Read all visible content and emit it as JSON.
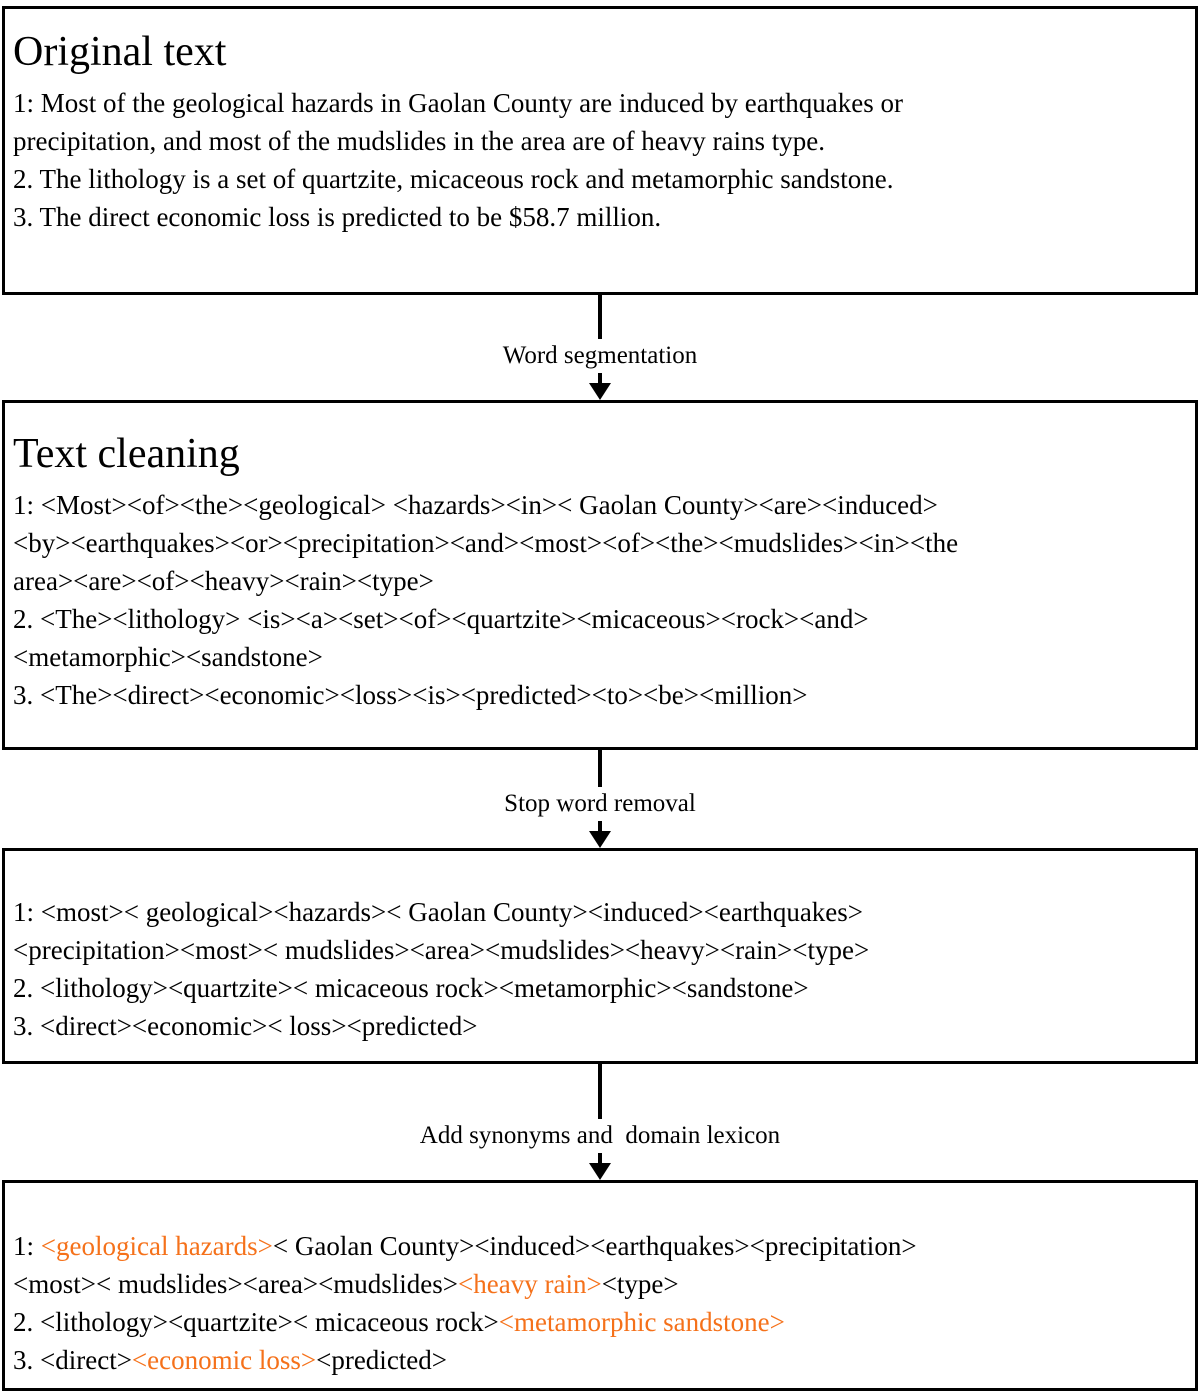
{
  "colors": {
    "highlight": "#F5711A",
    "text": "#000000",
    "border": "#000000",
    "background": "#ffffff"
  },
  "boxes": {
    "original": {
      "title": "Original text",
      "lines": [
        "1: Most of the geological hazards in Gaolan County are induced by earthquakes or",
        "precipitation, and most of the mudslides in the area are of heavy rains type.",
        "2. The lithology is a set of quartzite, micaceous rock and metamorphic sandstone.",
        "3. The direct economic loss is predicted to be $58.7 million."
      ]
    },
    "cleaning": {
      "title": "Text cleaning",
      "lines": [
        "1: <Most><of><the><geological> <hazards><in>< Gaolan County><are><induced>",
        "<by><earthquakes><or><precipitation><and><most><of><the><mudslides><in><the",
        "area><are><of><heavy><rain><type>",
        "2. <The><lithology> <is><a><set><of><quartzite><micaceous><rock><and>",
        "<metamorphic><sandstone>",
        "3. <The><direct><economic><loss><is><predicted><to><be><million>"
      ]
    },
    "stopword_removed": {
      "lines": [
        "1: <most>< geological><hazards>< Gaolan County><induced><earthquakes>",
        "<precipitation><most>< mudslides><area><mudslides><heavy><rain><type>",
        "2. <lithology><quartzite>< micaceous rock><metamorphic><sandstone>",
        "3. <direct><economic>< loss><predicted>"
      ]
    },
    "synonyms_added": {
      "rich_lines": [
        [
          {
            "text": "1: ",
            "color": "black"
          },
          {
            "text": "<geological hazards>",
            "color": "orange"
          },
          {
            "text": "< Gaolan County><induced><earthquakes><precipitation>",
            "color": "black"
          }
        ],
        [
          {
            "text": "<most>< mudslides><area><mudslides>",
            "color": "black"
          },
          {
            "text": "<heavy rain>",
            "color": "orange"
          },
          {
            "text": "<type>",
            "color": "black"
          }
        ],
        [
          {
            "text": "2. <lithology><quartzite>< micaceous rock>",
            "color": "black"
          },
          {
            "text": "<metamorphic sandstone>",
            "color": "orange"
          }
        ],
        [
          {
            "text": "3. <direct>",
            "color": "black"
          },
          {
            "text": "<economic loss>",
            "color": "orange"
          },
          {
            "text": "<predicted>",
            "color": "black"
          }
        ]
      ]
    }
  },
  "connectors": [
    {
      "label": "Word segmentation"
    },
    {
      "label": "Stop word removal"
    },
    {
      "label": "Add synonyms and  domain lexicon"
    }
  ]
}
